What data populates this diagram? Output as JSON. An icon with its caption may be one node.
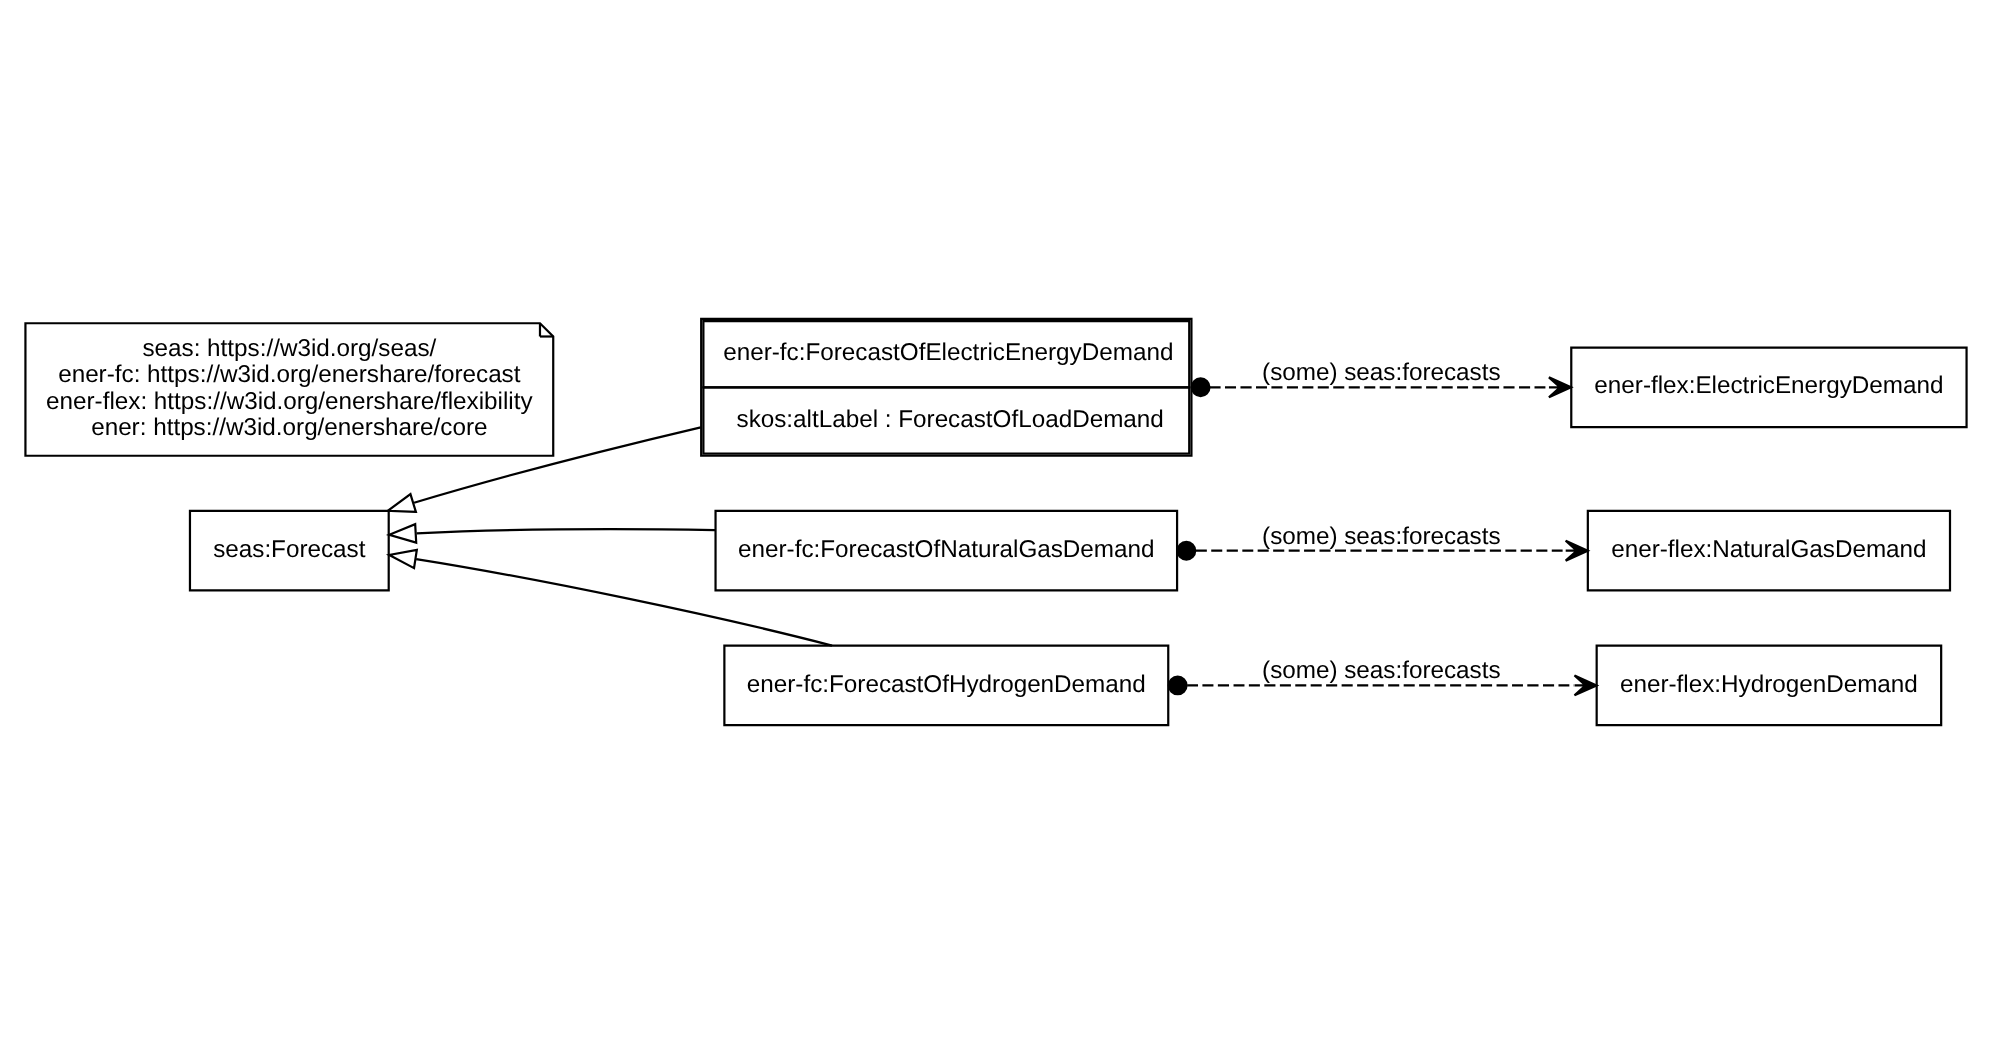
{
  "diagram": {
    "nodes": [
      {
        "text": [
          "seas:Forecast"
        ]
      },
      {
        "text": [
          "ener-fc:ForecastOfElectricEnergyDemand",
          "skos:altLabel : ForecastOfLoadDemand"
        ]
      },
      {
        "text": [
          "ener-fc:ForecastOfNaturalGasDemand"
        ]
      },
      {
        "text": [
          "ener-fc:ForecastOfHydrogenDemand"
        ]
      },
      {
        "text": [
          "ener-flex:ElectricEnergyDemand"
        ]
      },
      {
        "text": [
          "ener-flex:NaturalGasDemand"
        ]
      },
      {
        "text": [
          "ener-flex:HydrogenDemand"
        ]
      },
      {
        "text": [
          "seas: https://w3id.org/seas/",
          "ener-fc: https://w3id.org/enershare/forecast",
          "ener-flex: https://w3id.org/enershare/flexibility",
          "ener: https://w3id.org/enershare/core"
        ]
      }
    ],
    "edges": [
      {
        "from": 1,
        "to": 0,
        "arrow": "to"
      },
      {
        "from": 2,
        "to": 0,
        "arrow": "to"
      },
      {
        "from": 3,
        "to": 0,
        "arrow": "to"
      },
      {
        "from": 1,
        "to": 4,
        "arrow": "to",
        "label": "(some) seas:forecasts",
        "style": "dashed"
      },
      {
        "from": 2,
        "to": 5,
        "arrow": "to",
        "label": "(some) seas:forecasts",
        "style": "dashed"
      },
      {
        "from": 3,
        "to": 6,
        "arrow": "to",
        "label": "(some) seas:forecasts",
        "style": "dashed"
      }
    ]
  }
}
